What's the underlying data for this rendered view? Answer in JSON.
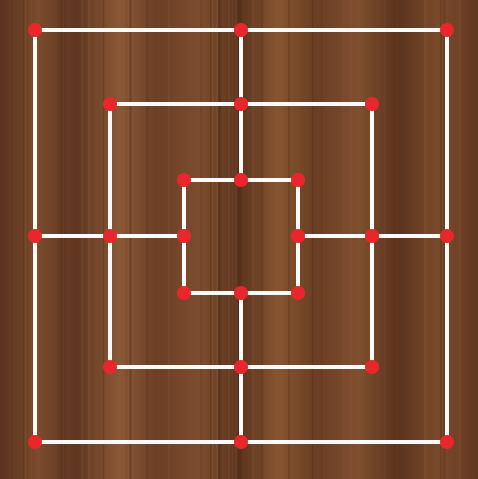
{
  "game": {
    "name": "",
    "board_style": "wood",
    "rings": [
      "outer",
      "middle",
      "inner"
    ],
    "points_per_ring": 8,
    "point_positions": [
      "top-left",
      "top-mid",
      "top-right",
      "right-mid",
      "bottom-right",
      "bottom-mid",
      "bottom-left",
      "left-mid"
    ]
  },
  "colors": {
    "wood_base": "#6b4128",
    "wood_light": "#8a5736",
    "wood_dark": "#4a2a18",
    "line": "#fafafa",
    "point": "#e8262b"
  }
}
